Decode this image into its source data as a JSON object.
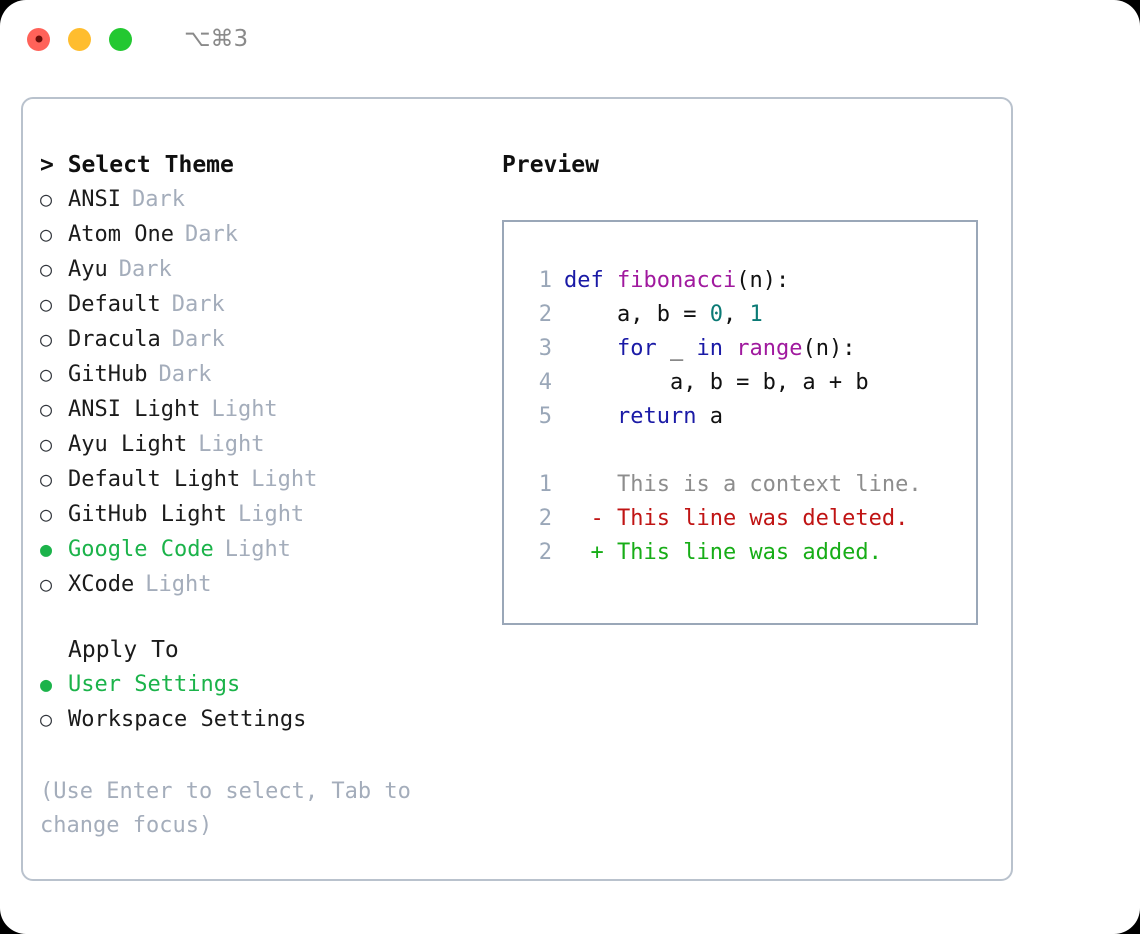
{
  "titlebar": {
    "shortcut": "⌥⌘3",
    "buttons": {
      "close": "close",
      "minimize": "minimize",
      "maximize": "maximize"
    }
  },
  "theme_panel": {
    "heading": "> Select Theme",
    "options": [
      {
        "marker": "○",
        "name": "ANSI",
        "tag": "Dark",
        "selected": false
      },
      {
        "marker": "○",
        "name": "Atom One",
        "tag": "Dark",
        "selected": false
      },
      {
        "marker": "○",
        "name": "Ayu",
        "tag": "Dark",
        "selected": false
      },
      {
        "marker": "○",
        "name": "Default",
        "tag": "Dark",
        "selected": false
      },
      {
        "marker": "○",
        "name": "Dracula",
        "tag": "Dark",
        "selected": false
      },
      {
        "marker": "○",
        "name": "GitHub",
        "tag": "Dark",
        "selected": false
      },
      {
        "marker": "○",
        "name": "ANSI Light",
        "tag": "Light",
        "selected": false
      },
      {
        "marker": "○",
        "name": "Ayu Light",
        "tag": "Light",
        "selected": false
      },
      {
        "marker": "○",
        "name": "Default Light",
        "tag": "Light",
        "selected": false
      },
      {
        "marker": "○",
        "name": "GitHub Light",
        "tag": "Light",
        "selected": false
      },
      {
        "marker": "●",
        "name": "Google Code",
        "tag": "Light",
        "selected": true
      },
      {
        "marker": "○",
        "name": "XCode",
        "tag": "Light",
        "selected": false
      }
    ]
  },
  "apply_to": {
    "heading": "Apply To",
    "options": [
      {
        "marker": "●",
        "name": "User Settings",
        "selected": true
      },
      {
        "marker": "○",
        "name": "Workspace Settings",
        "selected": false
      }
    ]
  },
  "hint": "(Use Enter to select, Tab to change focus)",
  "preview": {
    "heading": "Preview",
    "code_lines": [
      {
        "ln": "1",
        "tokens": [
          {
            "t": "def ",
            "c": "kw"
          },
          {
            "t": "fibonacci",
            "c": "fn"
          },
          {
            "t": "(n):",
            "c": "pl"
          }
        ]
      },
      {
        "ln": "2",
        "tokens": [
          {
            "t": "    a, b = ",
            "c": "pl"
          },
          {
            "t": "0",
            "c": "num"
          },
          {
            "t": ", ",
            "c": "pl"
          },
          {
            "t": "1",
            "c": "num"
          }
        ]
      },
      {
        "ln": "3",
        "tokens": [
          {
            "t": "    ",
            "c": "pl"
          },
          {
            "t": "for",
            "c": "kw"
          },
          {
            "t": " _ ",
            "c": "pl"
          },
          {
            "t": "in",
            "c": "kw"
          },
          {
            "t": " ",
            "c": "pl"
          },
          {
            "t": "range",
            "c": "fn"
          },
          {
            "t": "(n):",
            "c": "pl"
          }
        ]
      },
      {
        "ln": "4",
        "tokens": [
          {
            "t": "        a, b = b, a + b",
            "c": "pl"
          }
        ]
      },
      {
        "ln": "5",
        "tokens": [
          {
            "t": "    ",
            "c": "pl"
          },
          {
            "t": "return",
            "c": "kw"
          },
          {
            "t": " a",
            "c": "pl"
          }
        ]
      }
    ],
    "diff_lines": [
      {
        "ln": "1",
        "sign": " ",
        "text": "This is a context line.",
        "kind": "ctx"
      },
      {
        "ln": "2",
        "sign": "-",
        "text": "This line was deleted.",
        "kind": "del"
      },
      {
        "ln": "2",
        "sign": "+",
        "text": "This line was added.",
        "kind": "add"
      }
    ]
  },
  "colors": {
    "accent_green": "#1bb34a",
    "muted": "#a4adbb",
    "keyword": "#1a1aa6",
    "function": "#a0199e",
    "number": "#0b7a75",
    "diff_deleted": "#c01414",
    "diff_added": "#17ad17",
    "border": "#9aa7b8"
  }
}
